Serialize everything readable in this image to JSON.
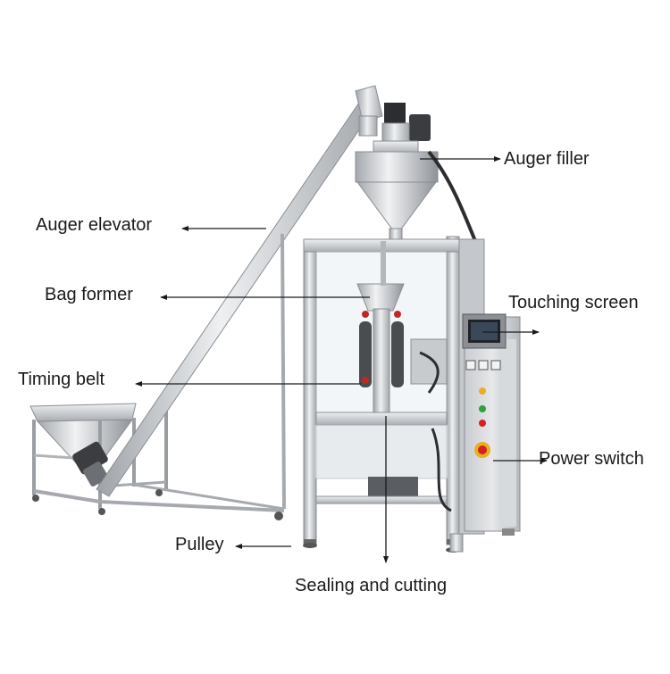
{
  "labels": {
    "auger_filler": "Auger filler",
    "auger_elevator": "Auger elevator",
    "bag_former": "Bag former",
    "touching_screen": "Touching screen",
    "timing_belt": "Timing belt",
    "power_switch": "Power switch",
    "pulley": "Pulley",
    "sealing_and_cutting": "Sealing and cutting"
  },
  "colors": {
    "steel_light": "#e4e6e8",
    "steel_mid": "#b9bdc1",
    "steel_dark": "#7d8186",
    "motor": "#2b2d30",
    "button_red": "#d82020",
    "button_yellow": "#e8b020",
    "button_green": "#30a040",
    "arrow": "#1a1a1a"
  }
}
